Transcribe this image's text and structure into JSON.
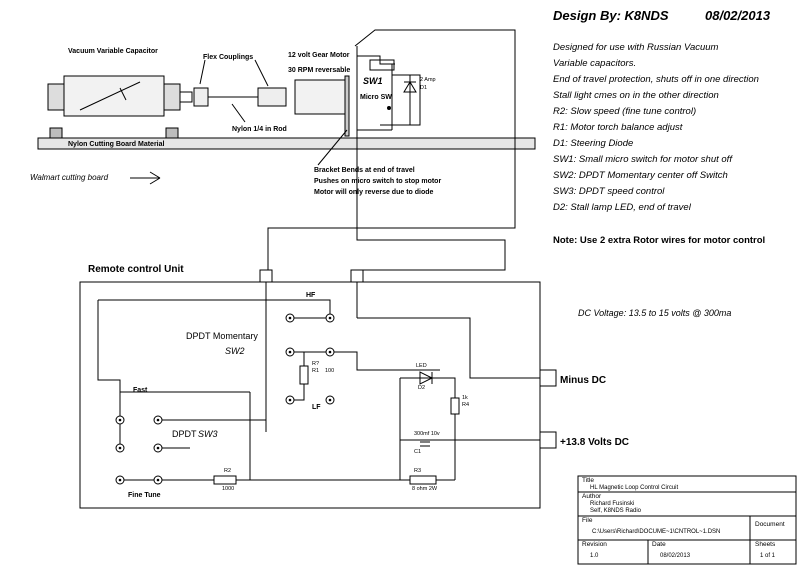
{
  "header": {
    "design_by": "Design By: K8NDS",
    "date": "08/02/2013"
  },
  "notes": [
    "Designed for use with Russian Vacuum",
    "Variable capacitors.",
    "End of travel protection, shuts off in one direction",
    "Stall light cmes on in the other direction",
    "R2: Slow speed (fine tune control)",
    "R1:  Motor torch balance adjust",
    "D1: Steering Diode",
    "SW1:  Small micro switch for motor shut off",
    "SW2: DPDT Momentary center off Switch",
    "SW3: DPDT speed control",
    "D2:  Stall lamp LED, end of travel"
  ],
  "note_rotor": "Note: Use 2 extra Rotor wires for motor control",
  "mechanical": {
    "vacuum_cap": "Vacuum Variable Capacitor",
    "flex": "Flex Couplings",
    "gear_motor": "12 volt Gear Motor",
    "rpm": "30 RPM reversable",
    "nylon_rod": "Nylon 1/4 in Rod",
    "cutting_board": "Nylon Cutting Board Material",
    "walmart": "Walmart cutting board",
    "bracket": [
      "Bracket Bends at end of travel",
      "Pushes on micro switch to stop motor",
      "Motor will only reverse due to diode"
    ],
    "sw1": "SW1",
    "micro_sw": "Micro SW",
    "two_amp": "2 Amp",
    "d1": "D1"
  },
  "remote": {
    "title": "Remote control Unit",
    "hf": "HF",
    "lf": "LF",
    "dpdt_momentary": "DPDT Momentary",
    "sw2": "SW2",
    "fast": "Fast",
    "dpdt": "DPDT",
    "sw3": "SW3",
    "fine_tune": "Fine Tune",
    "r1a": "R?",
    "r1b": "R1",
    "r1_val": "100",
    "r2": "R2",
    "r2_val": "1000",
    "led": "LED",
    "d2": "D2",
    "rk": "1k",
    "r4": "R4",
    "cap_val": "300mf 10v",
    "c1": "C1",
    "r3": "R3",
    "r3_val": "8 ohm 2W",
    "minus_dc": "Minus DC",
    "plus_dc": "+13.8 Volts DC",
    "dc_voltage": "DC Voltage: 13.5 to 15 volts @ 300ma"
  },
  "titleblock": {
    "title_label": "Title",
    "title": "HL Magnetic Loop Control Circuit",
    "author_label": "Author",
    "author": "Richard Fusinski",
    "author2": "Self, K8NDS Radio",
    "file_label": "File",
    "file": "C:\\Users\\Richard\\DOCUME~1\\CNTROL~1.DSN",
    "document_label": "Document",
    "revision_label": "Revision",
    "revision": "1.0",
    "date_label": "Date",
    "date": "08/02/2013",
    "sheets_label": "Sheets",
    "sheets": "1 of 1"
  }
}
